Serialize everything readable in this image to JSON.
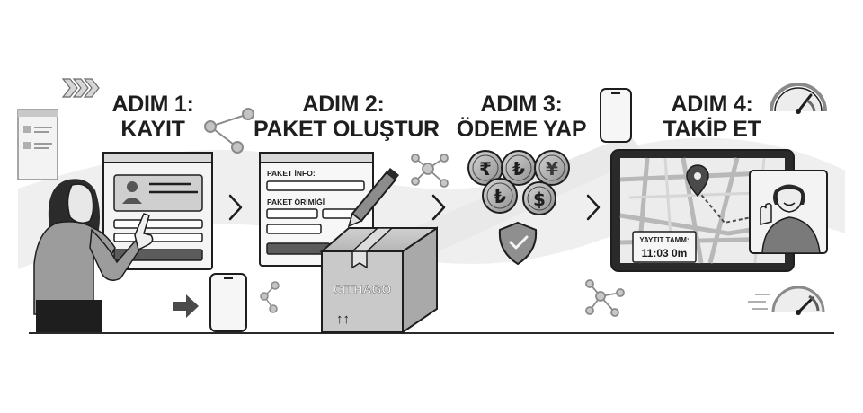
{
  "steps": [
    {
      "line1": "ADIM 1:",
      "line2": "KAYIT"
    },
    {
      "line1": "ADIM 2:",
      "line2": "PAKET OLUŞTUR"
    },
    {
      "line1": "ADIM 3:",
      "line2": "ÖDEME YAP"
    },
    {
      "line1": "ADIM 4:",
      "line2": "TAKİP ET"
    }
  ],
  "form": {
    "paket_info": "PAKET İNFO:",
    "paket_orimigi": "PAKET ÖRİMİĞİ"
  },
  "box": {
    "brand": "CITHAGO",
    "arrows": "↑↑"
  },
  "currency": {
    "rupee": "₹",
    "lira1": "₺",
    "yen": "¥",
    "lira2": "₺",
    "dollar": "$"
  },
  "tracking": {
    "label": "YAYTIT TAMM:",
    "time": "11:03 0m"
  },
  "colors": {
    "stroke": "#1e1e1e",
    "panel": "#e6e6e6",
    "mid": "#9a9a9a",
    "bg_swoosh": "#ececec"
  }
}
